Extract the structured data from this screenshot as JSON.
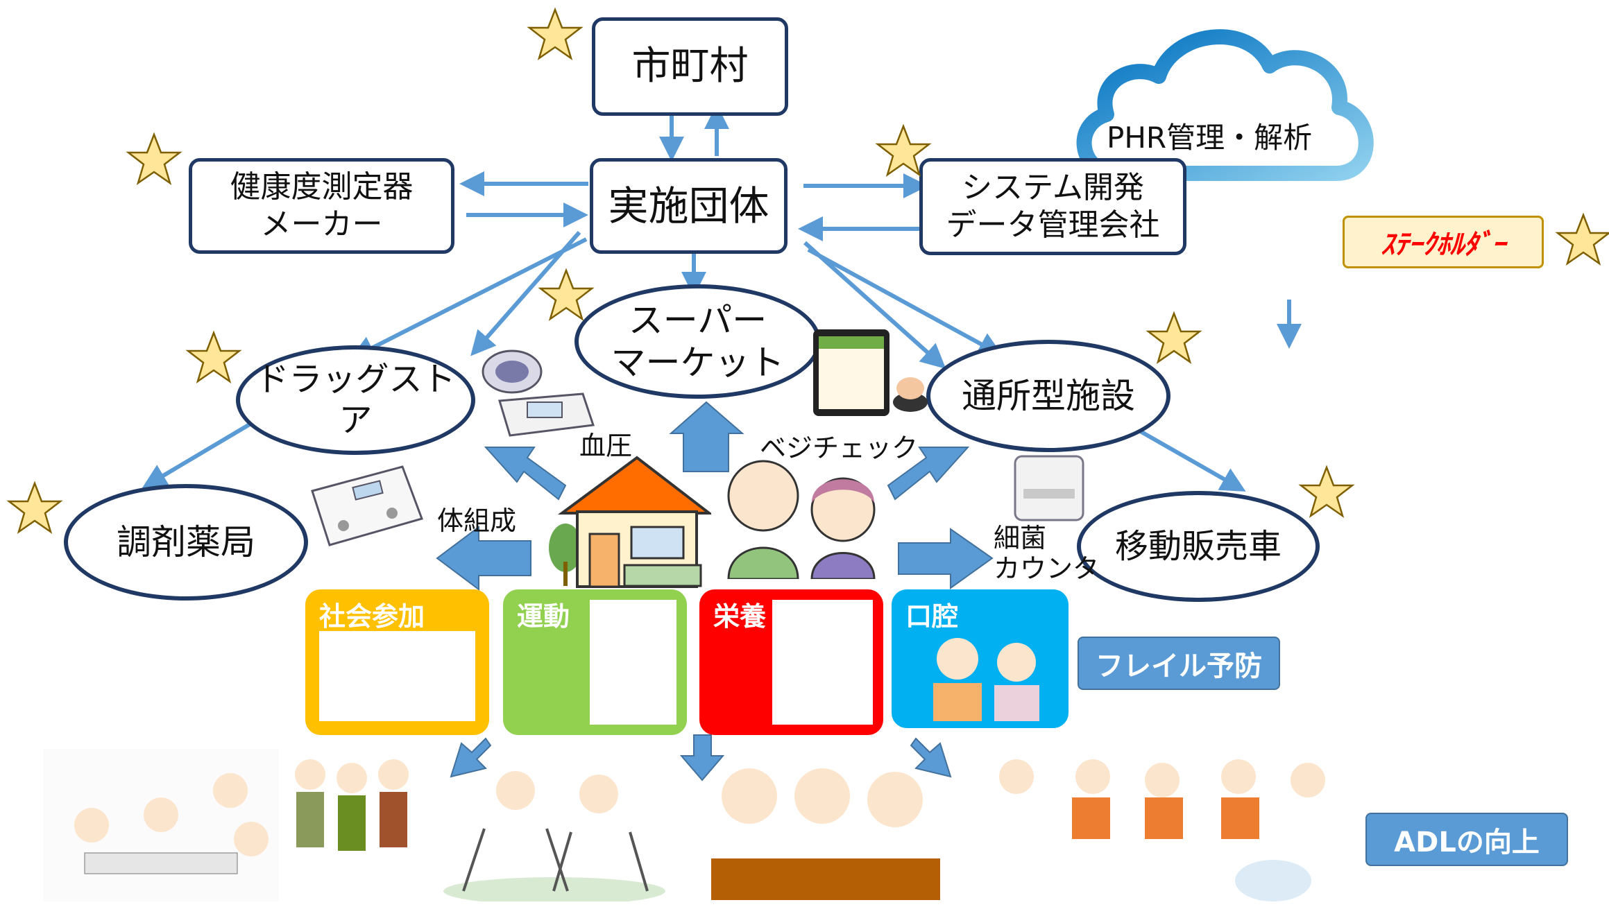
{
  "nodes": {
    "municipality": "市町村",
    "org": "実施団体",
    "meter_maker": [
      "健康度測定器",
      "メーカー"
    ],
    "system_dev": [
      "システム開発",
      "データ管理会社"
    ],
    "supermarket": [
      "スーパー",
      "マーケット"
    ],
    "drugstore": "ドラッグストア",
    "day_facility": "通所型施設",
    "pharmacy": "調剤薬局",
    "mobile_sales": "移動販売車"
  },
  "cloud_label": "PHR管理・解析",
  "stakeholder_label": "ｽﾃｰｸﾎﾙﾀﾞｰ",
  "devices": {
    "blood_pressure": "血圧",
    "body_composition": "体組成",
    "vegecheck": "ベジチェック",
    "bacteria_counter": [
      "細菌",
      "カウンタ"
    ]
  },
  "frailty_cards": [
    {
      "label": "社会参加",
      "color": "#ffc000"
    },
    {
      "label": "運動",
      "color": "#92d050"
    },
    {
      "label": "栄養",
      "color": "#ff0000"
    },
    {
      "label": "口腔",
      "color": "#00b0f0"
    }
  ],
  "frailty_badge": "フレイル予防",
  "adl_badge": "ADLの向上",
  "colors": {
    "border_navy": "#1f3864",
    "arrow_blue": "#5b9bd5",
    "star_yellow": "#ffe699",
    "cloud_blue": "#2e8fd6"
  }
}
